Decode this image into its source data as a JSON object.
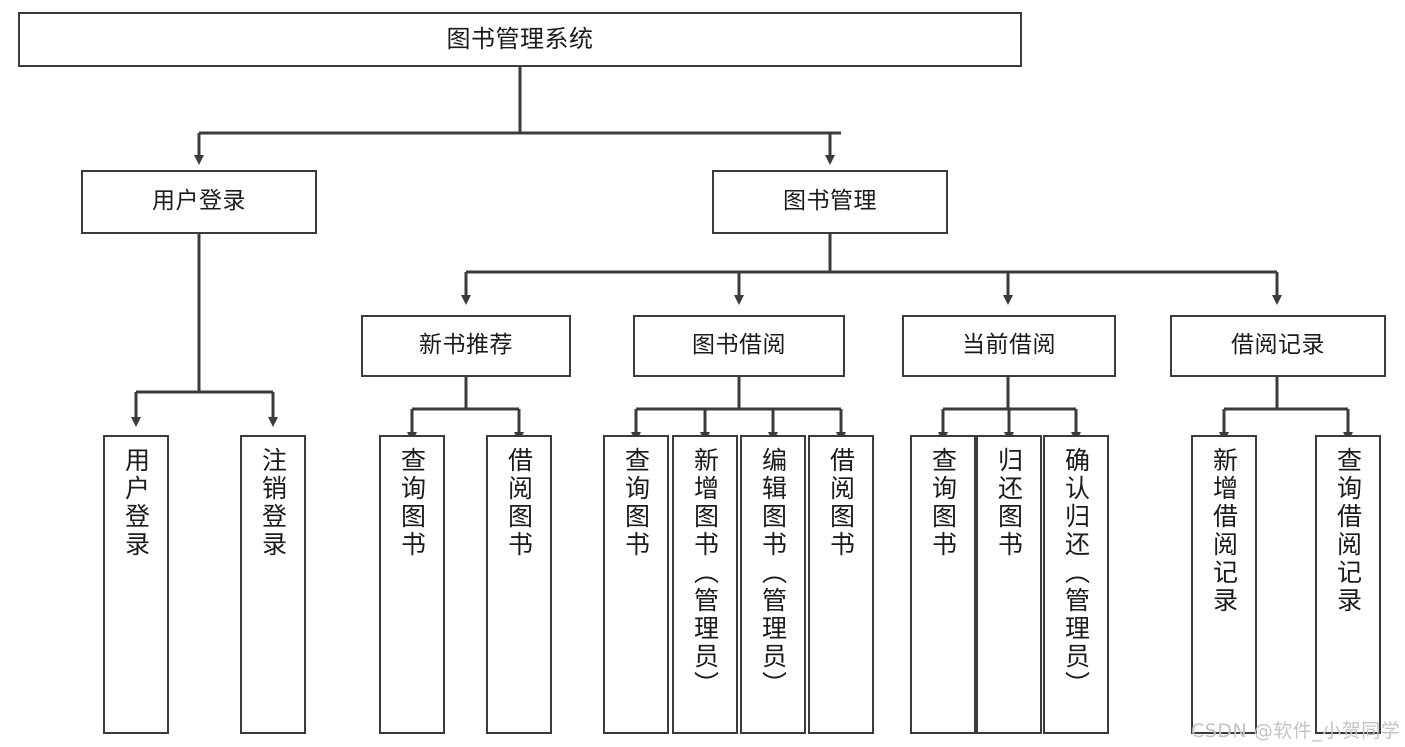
{
  "diagram": {
    "title": "图书管理系统",
    "type": "功能结构图",
    "background_color": "#ffffff",
    "line_color": "#3b3b3d",
    "text_color": "#1b1b1b"
  },
  "nodes": {
    "root": {
      "label": "图书管理系统",
      "level": 1
    },
    "level2": [
      {
        "id": "user-login",
        "label": "用户登录"
      },
      {
        "id": "book-manage",
        "label": "图书管理"
      }
    ],
    "level3": [
      {
        "id": "new-book-recommend",
        "label": "新书推荐"
      },
      {
        "id": "book-borrow",
        "label": "图书借阅"
      },
      {
        "id": "current-borrow",
        "label": "当前借阅"
      },
      {
        "id": "borrow-record",
        "label": "借阅记录"
      }
    ],
    "leaves": {
      "user-login": [
        {
          "id": "leaf-user-login",
          "label": "用户登录"
        },
        {
          "id": "leaf-logout",
          "label": "注销登录"
        }
      ],
      "new-book-recommend": [
        {
          "id": "leaf-query-book-1",
          "label": "查询图书"
        },
        {
          "id": "leaf-borrow-book-1",
          "label": "借阅图书"
        }
      ],
      "book-borrow": [
        {
          "id": "leaf-query-book-2",
          "label": "查询图书"
        },
        {
          "id": "leaf-add-book",
          "label": "新增图书（管理员）"
        },
        {
          "id": "leaf-edit-book",
          "label": "编辑图书（管理员）"
        },
        {
          "id": "leaf-borrow-book-2",
          "label": "借阅图书"
        }
      ],
      "current-borrow": [
        {
          "id": "leaf-query-book-3",
          "label": "查询图书"
        },
        {
          "id": "leaf-return-book",
          "label": "归还图书"
        },
        {
          "id": "leaf-confirm-return",
          "label": "确认归还（管理员）"
        }
      ],
      "borrow-record": [
        {
          "id": "leaf-add-record",
          "label": "新增借阅记录"
        },
        {
          "id": "leaf-query-record",
          "label": "查询借阅记录"
        }
      ]
    }
  },
  "watermark": {
    "text": "CSDN @软件_小贺同学"
  }
}
